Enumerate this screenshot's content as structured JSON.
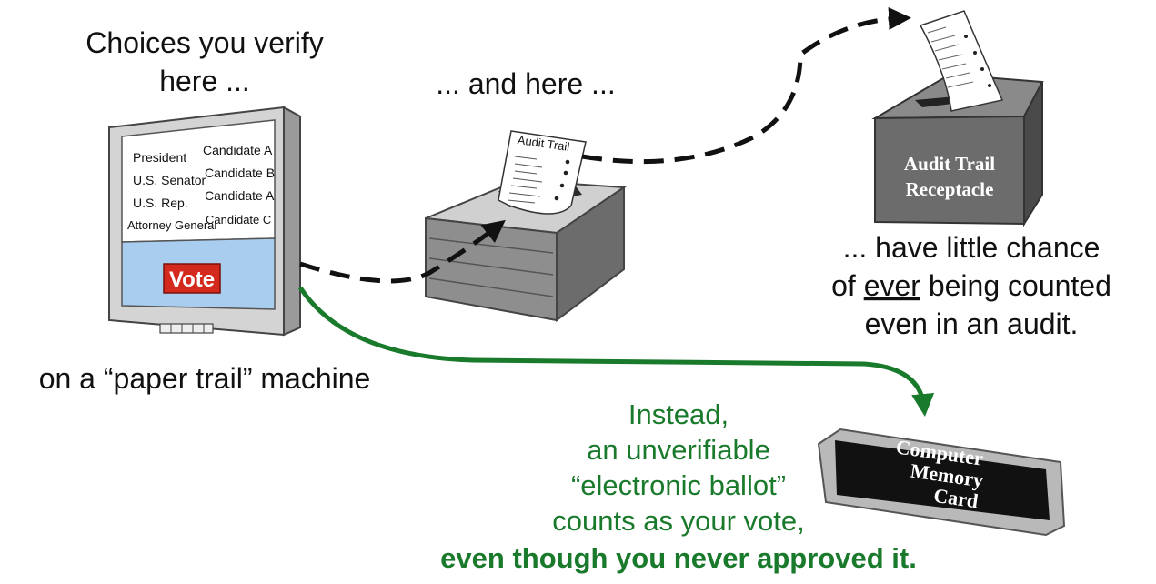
{
  "captions": {
    "verify_line1": "Choices you verify",
    "verify_line2": "here ...",
    "and_here": "... and here ...",
    "machine": "on a “paper trail” machine",
    "chance_line1": "... have little chance",
    "chance_line2_pre": "of ",
    "chance_line2_underlined": "ever",
    "chance_line2_post": " being counted",
    "chance_line3": "even in an audit.",
    "instead_line1": "Instead,",
    "instead_line2": "an unverifiable",
    "instead_line3": "“electronic ballot”",
    "instead_line4": "counts as your vote,",
    "instead_line5": "even though you never approved it."
  },
  "screen": {
    "rows": [
      {
        "office": "President",
        "candidate": "Candidate A"
      },
      {
        "office": "U.S. Senator",
        "candidate": "Candidate B"
      },
      {
        "office": "U.S. Rep.",
        "candidate": "Candidate A"
      },
      {
        "office": "Attorney General",
        "candidate": "Candidate C"
      }
    ],
    "vote_button": "Vote"
  },
  "printer": {
    "paper_title": "Audit Trail"
  },
  "receptacle": {
    "line1": "Audit Trail",
    "line2": "Receptacle"
  },
  "memory_card": {
    "line1": "Computer",
    "line2": "Memory",
    "line3": "Card"
  },
  "colors": {
    "green": "#1a7a2c",
    "text": "#111111",
    "vote_red": "#d42a1e",
    "screen_blue": "#a9cdef",
    "box_gray": "#6c6c6c"
  }
}
